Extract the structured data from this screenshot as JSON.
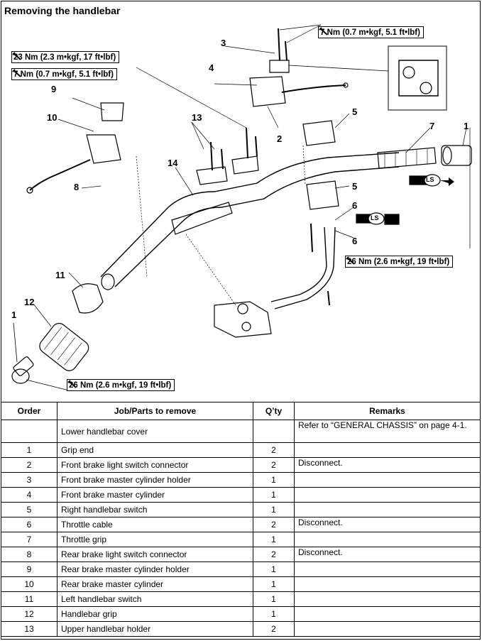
{
  "title": "Removing the handlebar",
  "torque_specs": [
    "23 Nm (2.3 m•kgf, 17 ft•lbf)",
    "7 Nm (0.7 m•kgf, 5.1 ft•lbf)",
    "7 Nm (0.7 m•kgf, 5.1 ft•lbf)",
    "26 Nm (2.6 m•kgf, 19 ft•lbf)",
    "26 Nm (2.6 m•kgf, 19 ft•lbf)"
  ],
  "callouts": [
    "1",
    "1",
    "2",
    "3",
    "4",
    "5",
    "5",
    "6",
    "6",
    "7",
    "8",
    "9",
    "10",
    "11",
    "12",
    "13",
    "14"
  ],
  "ls_label": "LS",
  "table": {
    "headers": [
      "Order",
      "Job/Parts to remove",
      "Q’ty",
      "Remarks"
    ],
    "rows": [
      {
        "order": "",
        "job": "Lower handlebar cover",
        "qty": "",
        "remarks": "Refer to “GENERAL CHASSIS” on page 4-1."
      },
      {
        "order": "1",
        "job": "Grip end",
        "qty": "2",
        "remarks": ""
      },
      {
        "order": "2",
        "job": "Front brake light switch connector",
        "qty": "2",
        "remarks": "Disconnect."
      },
      {
        "order": "3",
        "job": "Front brake master cylinder holder",
        "qty": "1",
        "remarks": ""
      },
      {
        "order": "4",
        "job": "Front brake master cylinder",
        "qty": "1",
        "remarks": ""
      },
      {
        "order": "5",
        "job": "Right handlebar switch",
        "qty": "1",
        "remarks": ""
      },
      {
        "order": "6",
        "job": "Throttle cable",
        "qty": "2",
        "remarks": "Disconnect."
      },
      {
        "order": "7",
        "job": "Throttle grip",
        "qty": "1",
        "remarks": ""
      },
      {
        "order": "8",
        "job": "Rear brake light switch connector",
        "qty": "2",
        "remarks": "Disconnect."
      },
      {
        "order": "9",
        "job": "Rear brake master cylinder holder",
        "qty": "1",
        "remarks": ""
      },
      {
        "order": "10",
        "job": "Rear brake master cylinder",
        "qty": "1",
        "remarks": ""
      },
      {
        "order": "11",
        "job": "Left handlebar switch",
        "qty": "1",
        "remarks": ""
      },
      {
        "order": "12",
        "job": "Handlebar grip",
        "qty": "1",
        "remarks": ""
      },
      {
        "order": "13",
        "job": "Upper handlebar holder",
        "qty": "2",
        "remarks": ""
      }
    ]
  }
}
